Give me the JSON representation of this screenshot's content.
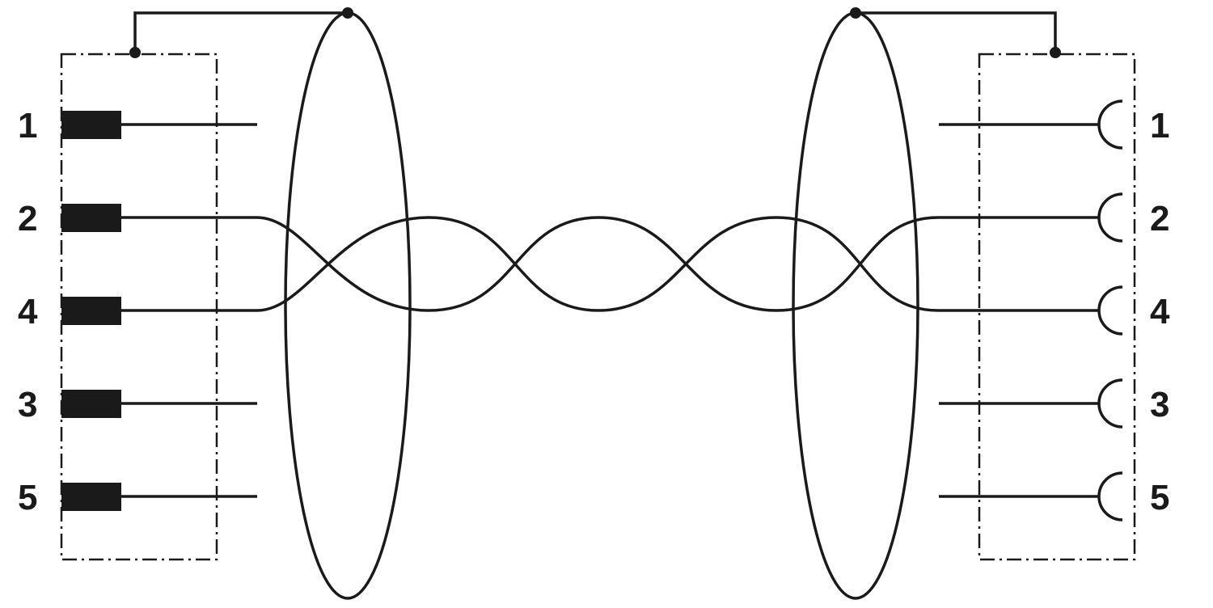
{
  "diagram": {
    "left_connector": {
      "type": "male",
      "pins": [
        {
          "label": "1",
          "twisted": false
        },
        {
          "label": "2",
          "twisted": true
        },
        {
          "label": "4",
          "twisted": true
        },
        {
          "label": "3",
          "twisted": false
        },
        {
          "label": "5",
          "twisted": false
        }
      ]
    },
    "right_connector": {
      "type": "female",
      "pins": [
        {
          "label": "1",
          "twisted": false
        },
        {
          "label": "2",
          "twisted": true
        },
        {
          "label": "4",
          "twisted": true
        },
        {
          "label": "3",
          "twisted": false
        },
        {
          "label": "5",
          "twisted": false
        }
      ]
    },
    "twisted_pair": [
      "2",
      "4"
    ],
    "shield_connected_both_ends": true,
    "colors": {
      "line": "#1a1a1a",
      "background": "#ffffff"
    }
  }
}
